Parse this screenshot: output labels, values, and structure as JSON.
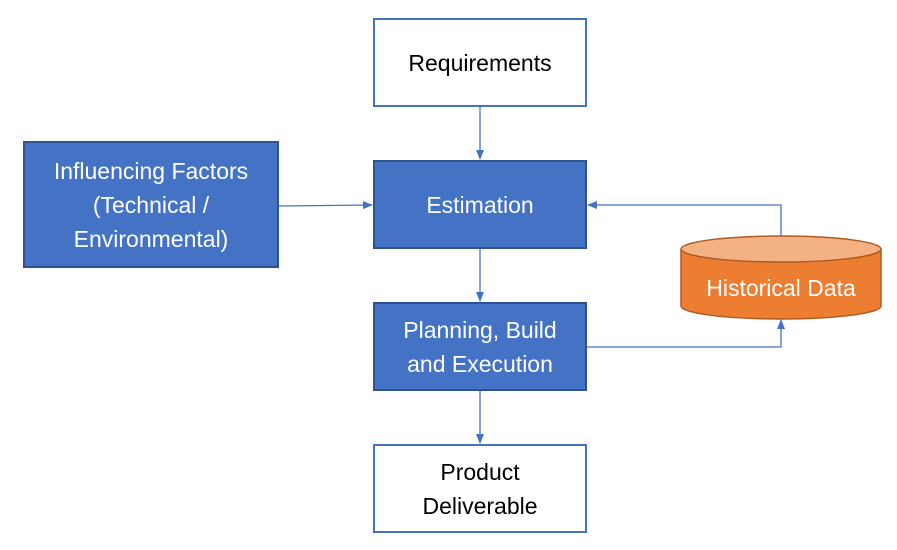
{
  "nodes": {
    "requirements": {
      "lines": [
        "Requirements"
      ]
    },
    "factors": {
      "lines": [
        "Influencing Factors",
        "(Technical /",
        "Environmental)"
      ]
    },
    "estimation": {
      "lines": [
        "Estimation"
      ]
    },
    "planning": {
      "lines": [
        "Planning, Build",
        "and Execution"
      ]
    },
    "deliverable": {
      "lines": [
        "Product",
        "Deliverable"
      ]
    },
    "historical": {
      "label": "Historical Data"
    }
  },
  "colors": {
    "primary_fill": "#4472c4",
    "primary_border": "#2f528f",
    "database_fill": "#ed7d31",
    "database_border": "#ae5a21",
    "connector": "#4472c4"
  }
}
